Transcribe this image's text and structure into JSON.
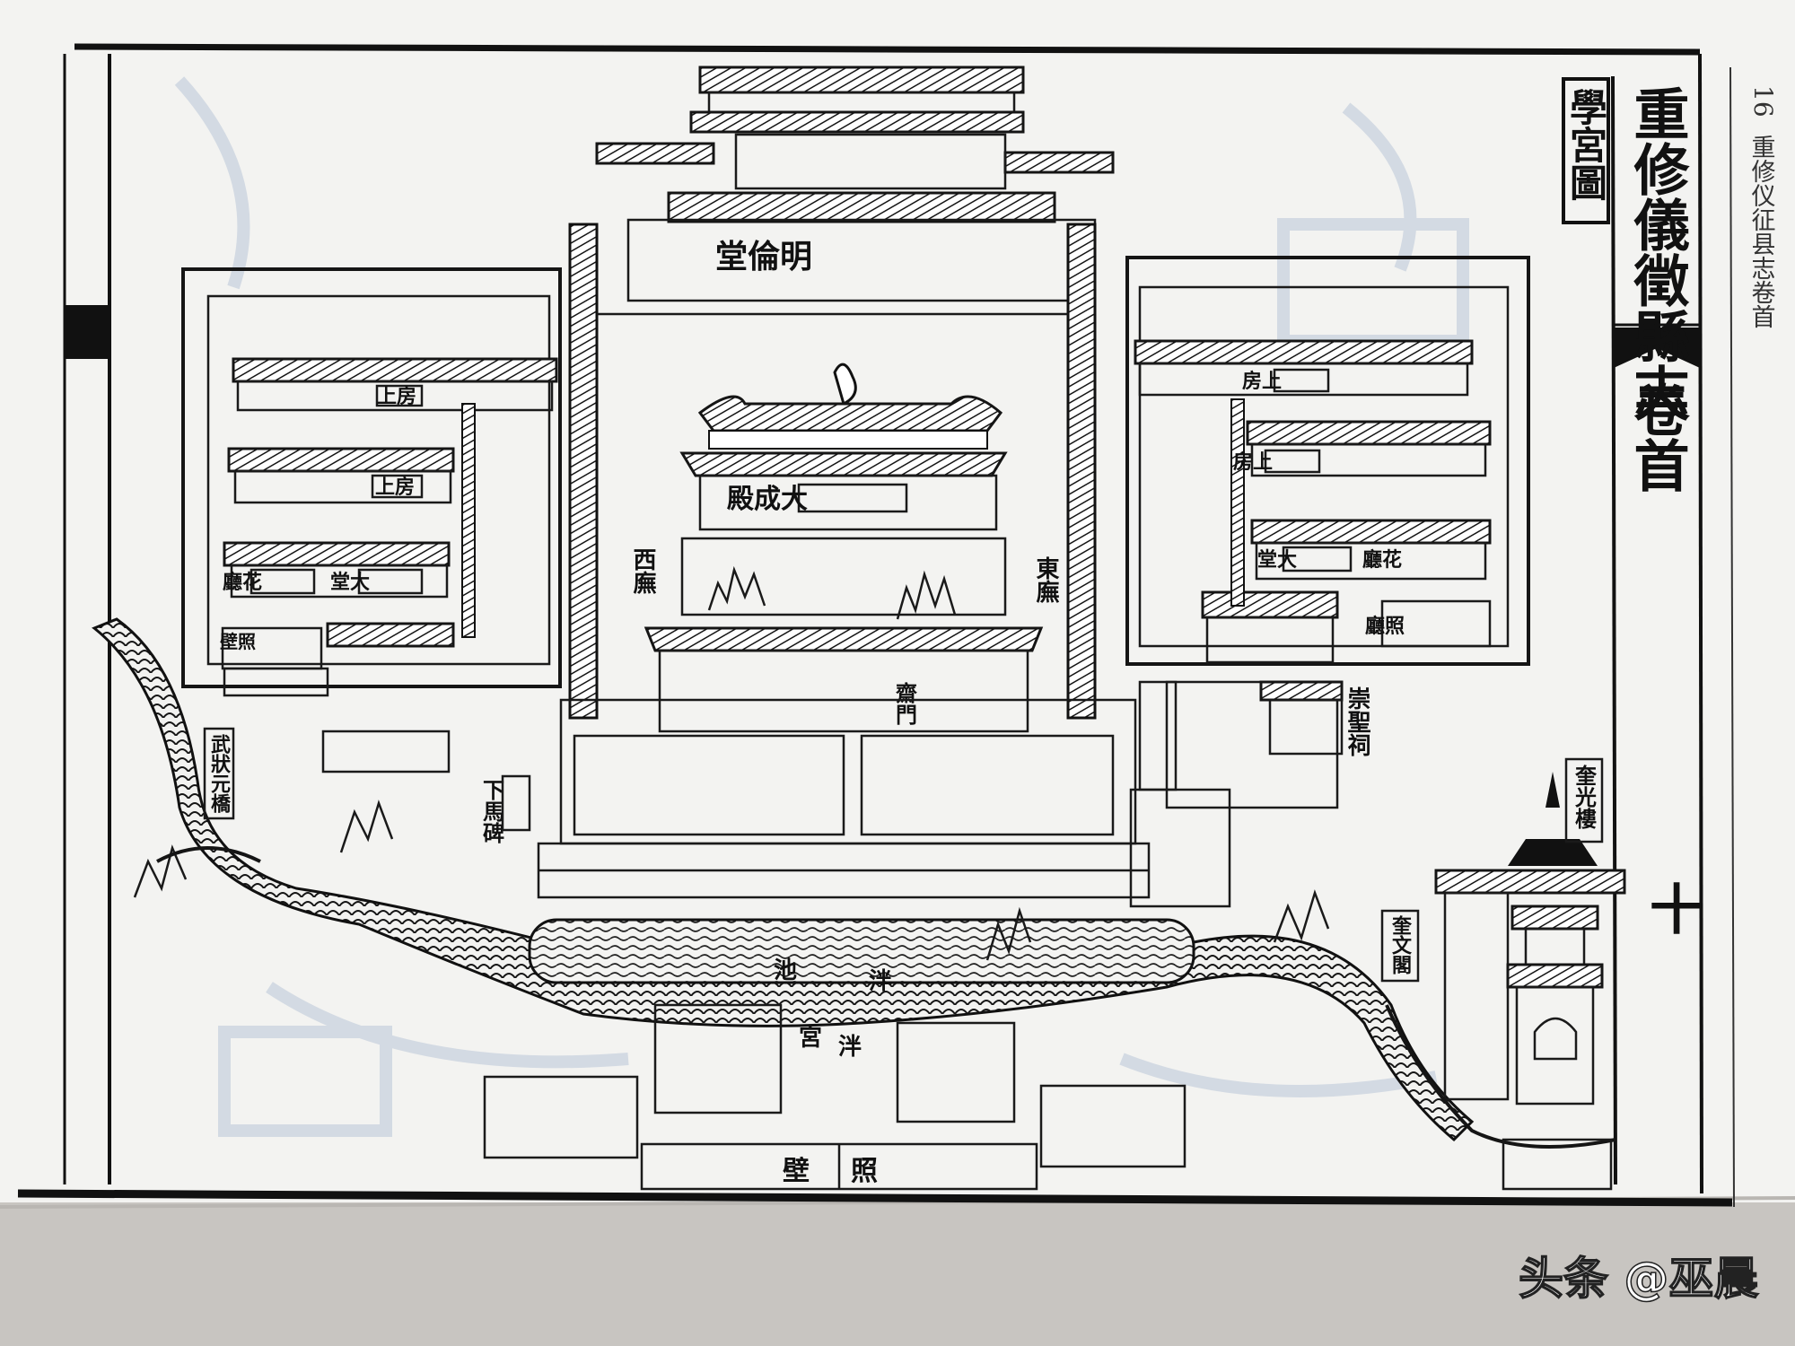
{
  "page": {
    "running_head_page": "16",
    "running_head_title": "重修仪征县志卷首",
    "margin_numeral": "十"
  },
  "title_block": {
    "book_title": "重修儀徵縣志",
    "chapter": "卷首",
    "map_title": "學宮圖"
  },
  "map_labels": {
    "minglun_hall": "明倫堂",
    "dacheng_hall": "大成殿",
    "west_wing": "西廡",
    "east_wing": "東廡",
    "left_quarters_1": "上房",
    "left_quarters_2": "上房",
    "left_main_hall": "大堂",
    "left_flower_hall": "花廳",
    "left_screen_hall": "照壁",
    "right_quarters_1": "上房",
    "right_quarters_2": "上房",
    "right_main_hall": "大堂",
    "right_flower_hall": "花廳",
    "right_screen_hall": "照廳",
    "chongsheng_shrine": "崇聖祠",
    "studio_gate": "齋門",
    "dismount_stele": "下馬碑",
    "wu_zhuangyuan_bridge": "武狀元橋",
    "kuiguang_tower": "奎光樓",
    "kuiwen_pavilion": "奎文閣",
    "pan_pond_1": "泮",
    "pan_pond_2": "池",
    "pan_palace_1": "泮",
    "pan_palace_2": "宮",
    "screen_wall_1": "照",
    "screen_wall_2": "壁"
  },
  "watermark": "头条 @巫晨",
  "colors": {
    "paper": "#f4f4f2",
    "ink": "#151515",
    "background": "#c8c5c1"
  }
}
